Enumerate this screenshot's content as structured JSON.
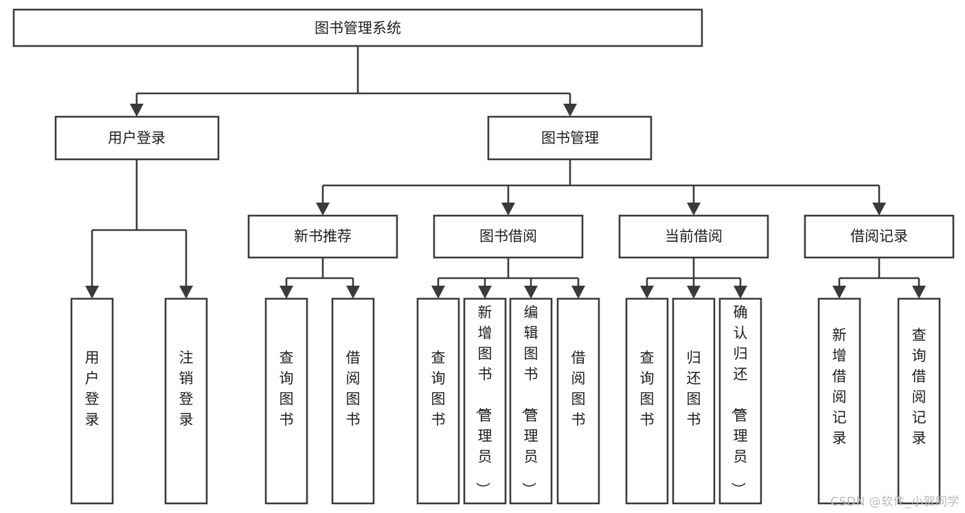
{
  "diagram": {
    "title": "图书管理系统",
    "type": "tree-hierarchy-diagram",
    "colors": {
      "stroke": "#3a3a3a",
      "fill": "#ffffff",
      "text": "#1d1d1d",
      "watermark": "#b9b9b9"
    },
    "nodes": {
      "root": {
        "label": "图书管理系统"
      },
      "level2": [
        {
          "id": "user-login",
          "label": "用户登录"
        },
        {
          "id": "book-manage",
          "label": "图书管理"
        }
      ],
      "level3": [
        {
          "id": "new-book-recommend",
          "label": "新书推荐"
        },
        {
          "id": "book-borrow",
          "label": "图书借阅"
        },
        {
          "id": "current-borrow",
          "label": "当前借阅"
        },
        {
          "id": "borrow-record",
          "label": "借阅记录"
        }
      ],
      "leaves": {
        "user_login": [
          {
            "id": "leaf-user-login",
            "label": "用户登录"
          },
          {
            "id": "leaf-user-logout",
            "label": "注销登录"
          }
        ],
        "new_book_recommend": [
          {
            "id": "leaf-query-book-1",
            "label": "查询图书"
          },
          {
            "id": "leaf-borrow-book-1",
            "label": "借阅图书"
          }
        ],
        "book_borrow": [
          {
            "id": "leaf-query-book-2",
            "label": "查询图书"
          },
          {
            "id": "leaf-add-book",
            "label": "新增图书（管理员）"
          },
          {
            "id": "leaf-edit-book",
            "label": "编辑图书（管理员）"
          },
          {
            "id": "leaf-borrow-book-2",
            "label": "借阅图书"
          }
        ],
        "current_borrow": [
          {
            "id": "leaf-query-book-3",
            "label": "查询图书"
          },
          {
            "id": "leaf-return-book",
            "label": "归还图书"
          },
          {
            "id": "leaf-confirm-return",
            "label": "确认归还（管理员）"
          }
        ],
        "borrow_record": [
          {
            "id": "leaf-add-record",
            "label": "新增借阅记录"
          },
          {
            "id": "leaf-query-record",
            "label": "查询借阅记录"
          }
        ]
      }
    }
  },
  "watermark": {
    "text": "CSDN @软件_小贺同学"
  }
}
